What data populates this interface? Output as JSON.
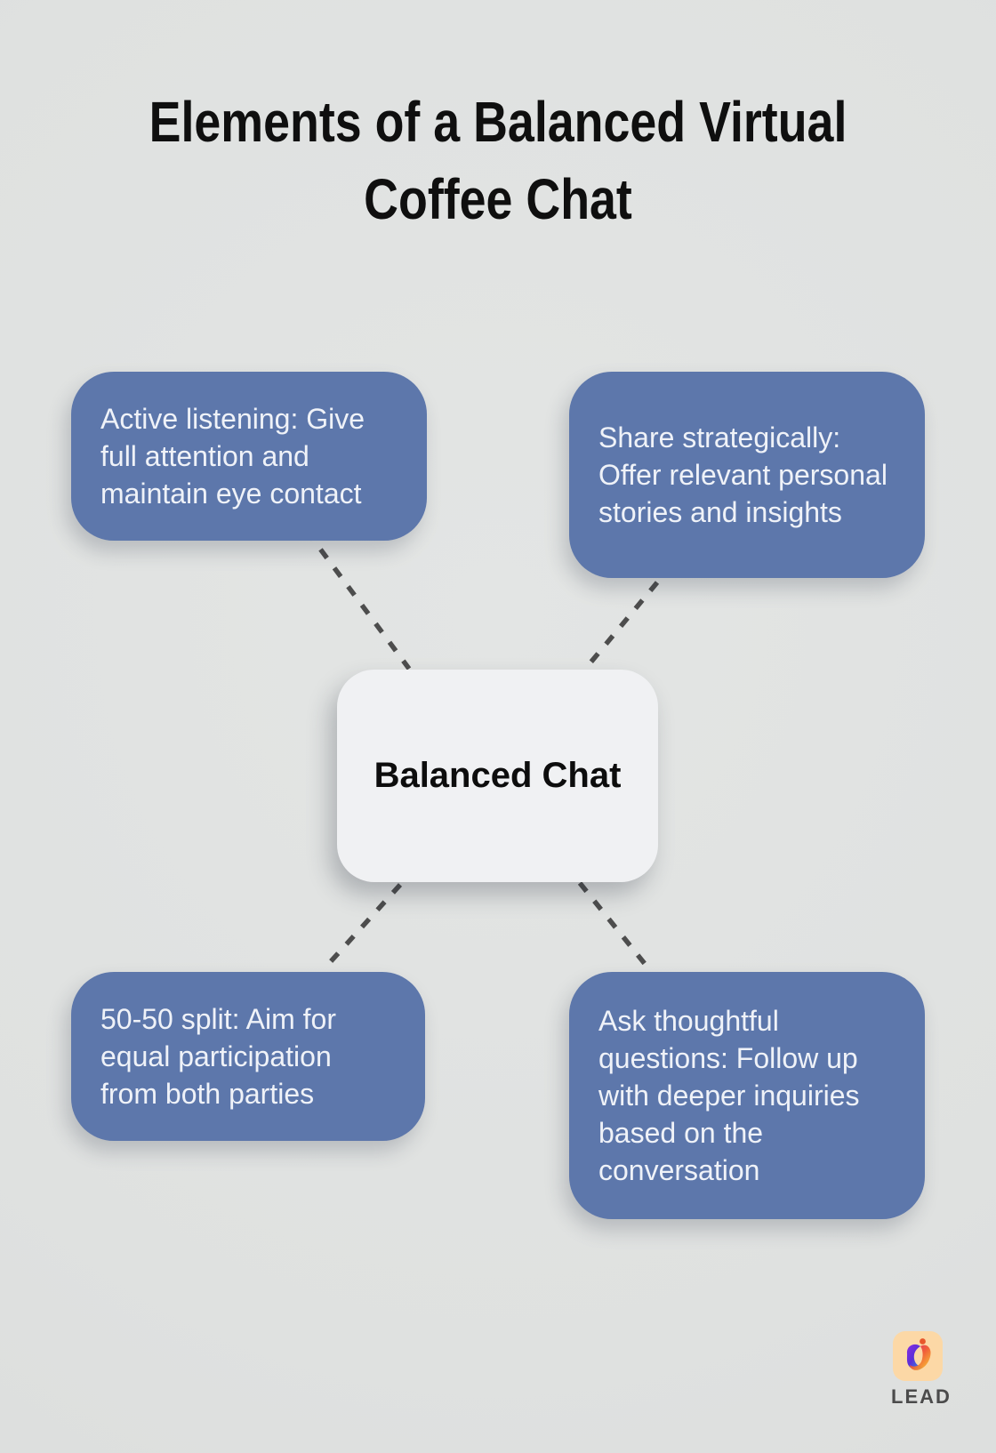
{
  "title": "Elements of a Balanced Virtual Coffee Chat",
  "center_node": {
    "label": "Balanced Chat"
  },
  "branch_nodes": [
    {
      "position": "top-left",
      "text": "Active listening: Give full attention and maintain eye contact"
    },
    {
      "position": "top-right",
      "text": "Share strategically: Offer relevant personal stories and insights"
    },
    {
      "position": "bottom-left",
      "text": "50-50 split: Aim for equal participation from both parties"
    },
    {
      "position": "bottom-right",
      "text": "Ask thoughtful questions: Follow up with deeper inquiries based on the conversation"
    }
  ],
  "logo": {
    "label": "LEAD"
  },
  "colors": {
    "background": "#e0e2e1",
    "branch_node_fill": "#5d77ab",
    "branch_node_text": "#eff2f8",
    "center_node_fill": "#f0f1f3",
    "center_node_text": "#0d0d0d",
    "connector": "#4d4d4d",
    "logo_tile": "#fcd8a6",
    "logo_text": "#4b4b4b"
  }
}
